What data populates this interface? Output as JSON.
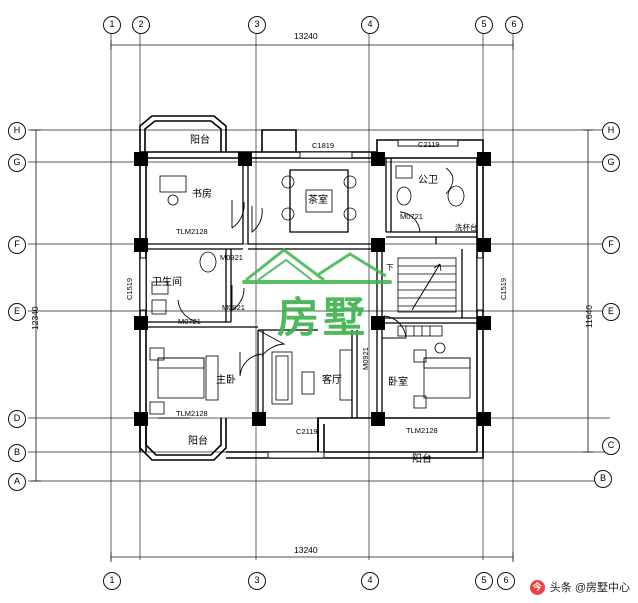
{
  "drawing": {
    "title_watermark": "房墅",
    "top_dimension": "13240",
    "bottom_dimension": "13240",
    "left_dimension": "12340",
    "right_dimension": "11640",
    "top_grid_labels": [
      "1",
      "2",
      "3",
      "4",
      "5",
      "6"
    ],
    "bottom_grid_labels": [
      "1",
      "3",
      "4",
      "5",
      "6"
    ],
    "left_grid_labels": [
      "H",
      "G",
      "F",
      "E",
      "D",
      "B",
      "A"
    ],
    "right_grid_labels": [
      "H",
      "G",
      "F",
      "E",
      "C",
      "B"
    ],
    "rooms": [
      {
        "name": "阳台",
        "note": "balcony-top-left"
      },
      {
        "name": "书房",
        "note": "study"
      },
      {
        "name": "茶室",
        "note": "tea-room"
      },
      {
        "name": "公卫",
        "note": "public-bath"
      },
      {
        "name": "洗杯台",
        "note": "wash-counter"
      },
      {
        "name": "卫生间",
        "note": "bathroom"
      },
      {
        "name": "主卧",
        "note": "master-bedroom"
      },
      {
        "name": "客厅",
        "note": "living-room"
      },
      {
        "name": "卧室",
        "note": "bedroom"
      },
      {
        "name": "阳台",
        "note": "balcony-bottom-left"
      },
      {
        "name": "阳台",
        "note": "balcony-bottom-right"
      }
    ],
    "stair_label": "下",
    "door_window_tags": [
      {
        "text": "C1819",
        "note": "window-top-center"
      },
      {
        "text": "C2119",
        "note": "window-top-right"
      },
      {
        "text": "TLM2128",
        "note": "door-top-left"
      },
      {
        "text": "M0721",
        "note": "door-public-bath"
      },
      {
        "text": "M0921",
        "note": "door-tea-room"
      },
      {
        "text": "M0921",
        "note": "door-bathroom"
      },
      {
        "text": "M0721",
        "note": "door-bathroom-lower"
      },
      {
        "text": "M0921",
        "note": "door-living-room"
      },
      {
        "text": "C1519",
        "note": "window-left"
      },
      {
        "text": "C1519",
        "note": "window-right"
      },
      {
        "text": "TLM2128",
        "note": "door-bottom-left"
      },
      {
        "text": "C2119",
        "note": "window-bottom-center"
      },
      {
        "text": "TLM2128",
        "note": "door-bottom-right"
      }
    ]
  },
  "footer": {
    "brand": "头条 @房墅中心",
    "logo_glyph": "今"
  }
}
